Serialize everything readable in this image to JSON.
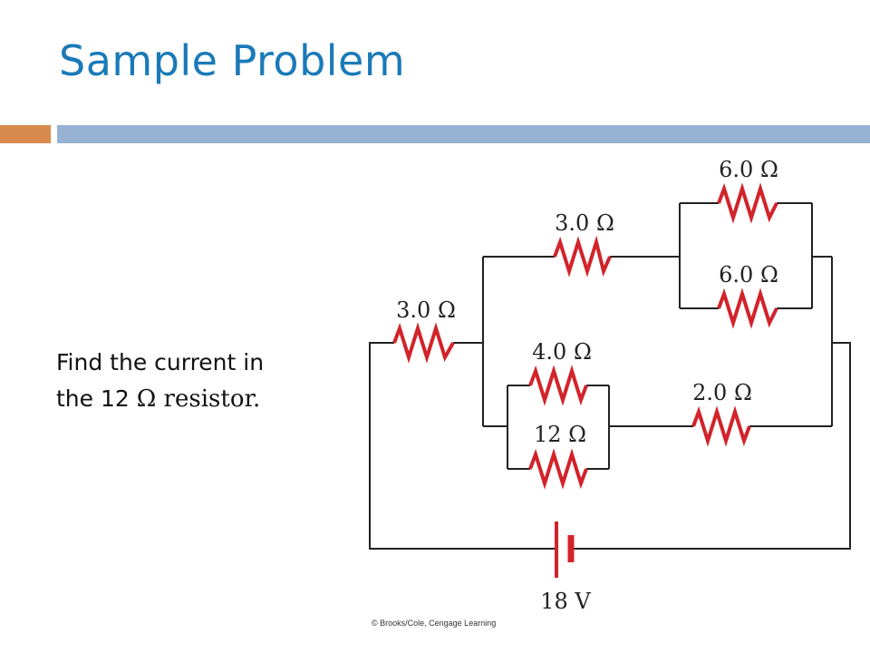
{
  "slide": {
    "title": "Sample Problem",
    "question_line1": "Find the current in",
    "question_line2_prefix": "the 12 ",
    "question_line2_symbol": "Ω",
    "question_line2_suffix": " resistor."
  },
  "circuit": {
    "wire_color": "#222222",
    "resistor_color": "#d2232a",
    "resistors": [
      {
        "id": "r-top-parallel-upper",
        "label": "6.0 Ω"
      },
      {
        "id": "r-top-parallel-lower",
        "label": "6.0 Ω"
      },
      {
        "id": "r-top-series",
        "label": "3.0 Ω"
      },
      {
        "id": "r-left",
        "label": "3.0 Ω"
      },
      {
        "id": "r-mid-parallel-upper",
        "label": "4.0 Ω"
      },
      {
        "id": "r-mid-parallel-lower",
        "label": "12 Ω"
      },
      {
        "id": "r-mid-series",
        "label": "2.0 Ω"
      }
    ],
    "battery": {
      "label": "18 V"
    },
    "credit": "© Brooks/Cole, Cengage Learning"
  },
  "colors": {
    "title": "#1a7ab8",
    "accent_orange": "#d98a4e",
    "accent_blue": "#97b2d2"
  }
}
